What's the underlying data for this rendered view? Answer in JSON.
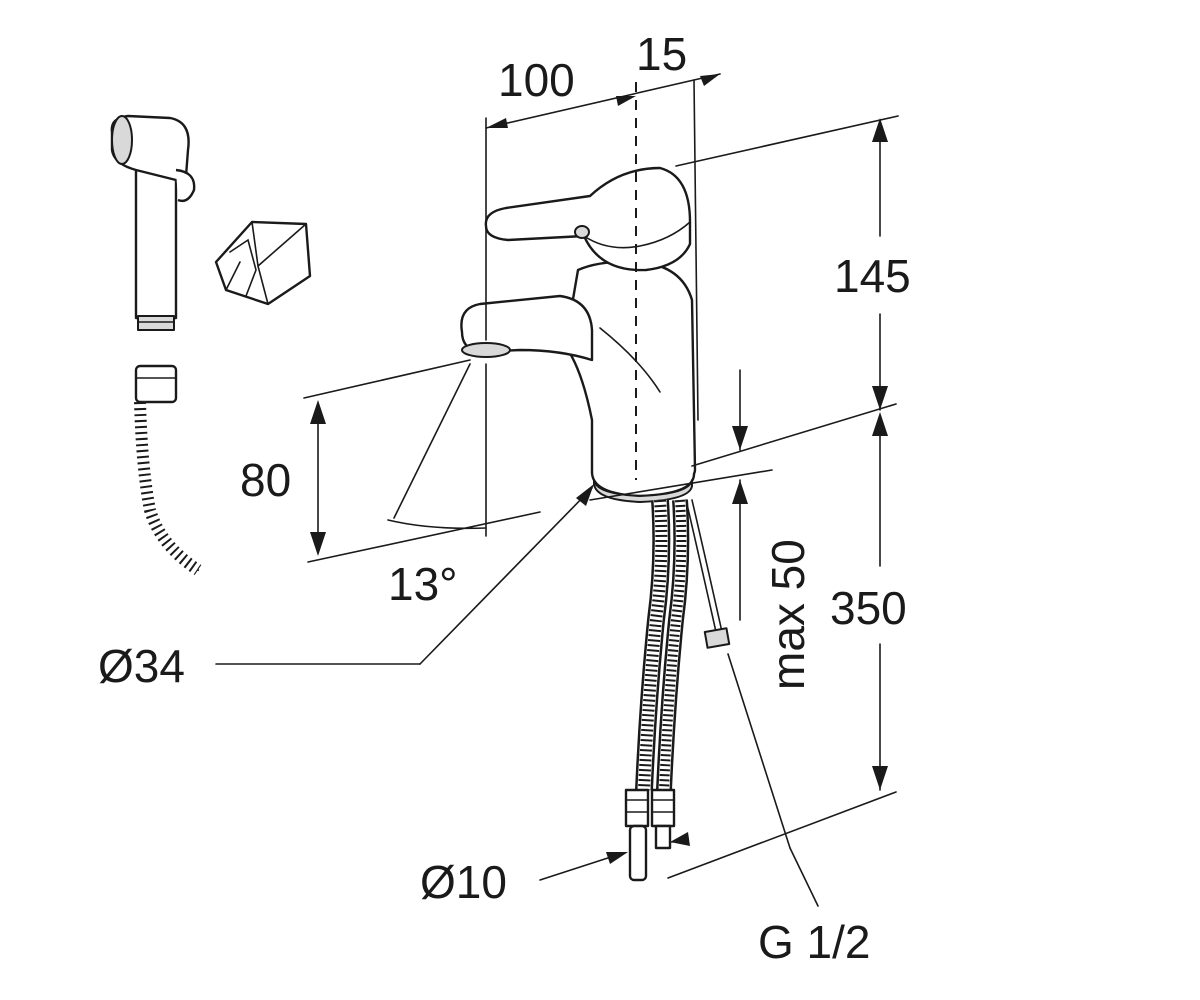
{
  "dimensions": {
    "width_top": "100",
    "offset_top": "15",
    "height_upper": "145",
    "spout_height": "80",
    "spout_angle": "13°",
    "base_diameter": "Ø34",
    "max_thickness": "max 50",
    "height_lower": "350",
    "tube_diameter": "Ø10",
    "thread": "G 1/2"
  },
  "colors": {
    "line": "#1a1a1a",
    "fill": "#ffffff",
    "shade": "#d9d9d9"
  },
  "icons": [
    "hand-shower-icon",
    "wall-holder-icon",
    "flexible-hose-icon",
    "mixer-tap-icon"
  ]
}
